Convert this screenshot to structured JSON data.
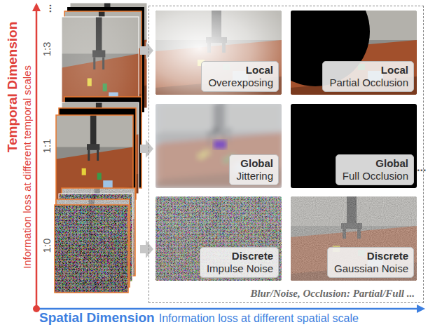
{
  "diagram": {
    "nodes": [
      {
        "text": [
          "Blur/Noise, Occlusion: Partial/Full ..."
        ]
      },
      {
        "text": [
          "Local",
          "Overexposing"
        ],
        "in": 0
      },
      {
        "text": [
          "Local",
          "Partial Occlusion"
        ],
        "in": 0
      },
      {
        "text": [
          "Global",
          "Jittering"
        ],
        "in": 0
      },
      {
        "text": [
          "Global",
          "Full Occlusion"
        ],
        "in": 0
      },
      {
        "text": [
          "Discrete",
          "Impulse Noise"
        ],
        "in": 0
      },
      {
        "text": [
          "Discrete",
          "Gaussian Noise"
        ],
        "in": 0
      }
    ],
    "labels": [
      "...",
      "1:3",
      "1:1",
      "1:0",
      "Temporal Dimension",
      "Information loss at different temporal scales",
      "...",
      "Spatial Dimension",
      "Information loss at different spatial scale"
    ]
  }
}
